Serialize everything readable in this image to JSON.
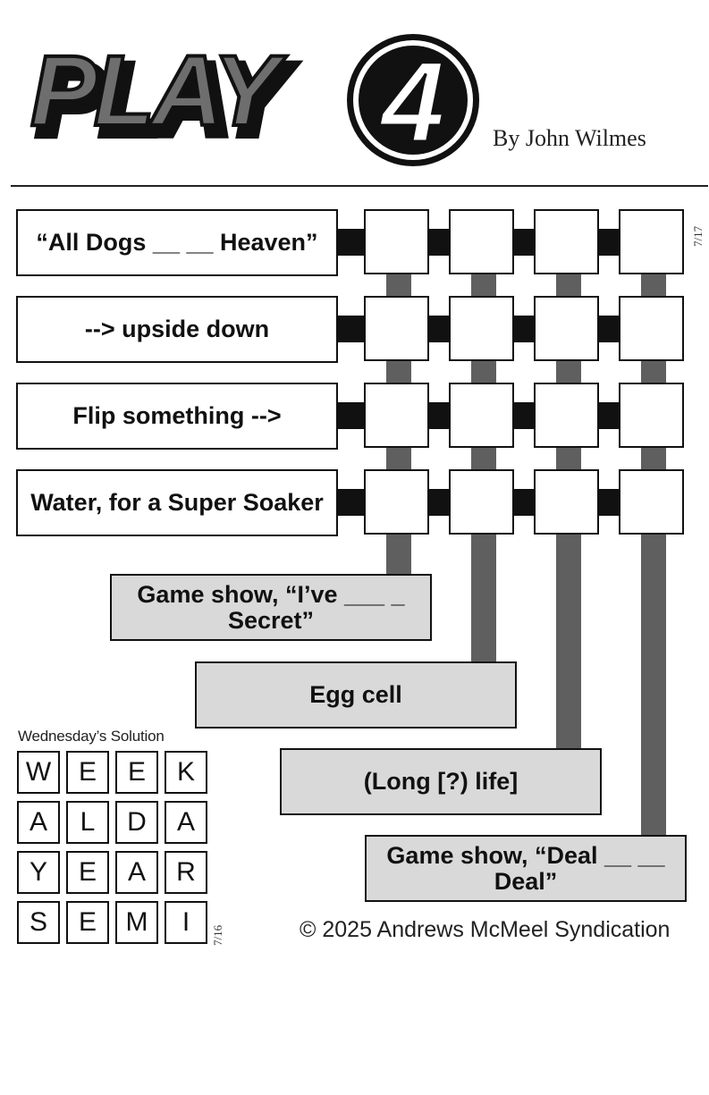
{
  "header": {
    "logo_text": "PLAY",
    "logo_number": "4",
    "byline": "By John Wilmes"
  },
  "puzzle": {
    "date": "7/17",
    "row_clues": [
      "“All Dogs __ __ Heaven”",
      "--> upside down",
      "Flip something -->",
      "Water, for a Super Soaker"
    ],
    "column_clues": [
      "Game show, “I’ve ___ _ Secret”",
      "Egg cell",
      "(Long [?) life]",
      "Game show, “Deal __ __ Deal”"
    ]
  },
  "solution": {
    "title": "Wednesday’s Solution",
    "date": "7/16",
    "grid": [
      [
        "W",
        "E",
        "E",
        "K"
      ],
      [
        "A",
        "L",
        "D",
        "A"
      ],
      [
        "Y",
        "E",
        "A",
        "R"
      ],
      [
        "S",
        "E",
        "M",
        "I"
      ]
    ]
  },
  "footer": {
    "copyright": "© 2025 Andrews McMeel Syndication"
  }
}
